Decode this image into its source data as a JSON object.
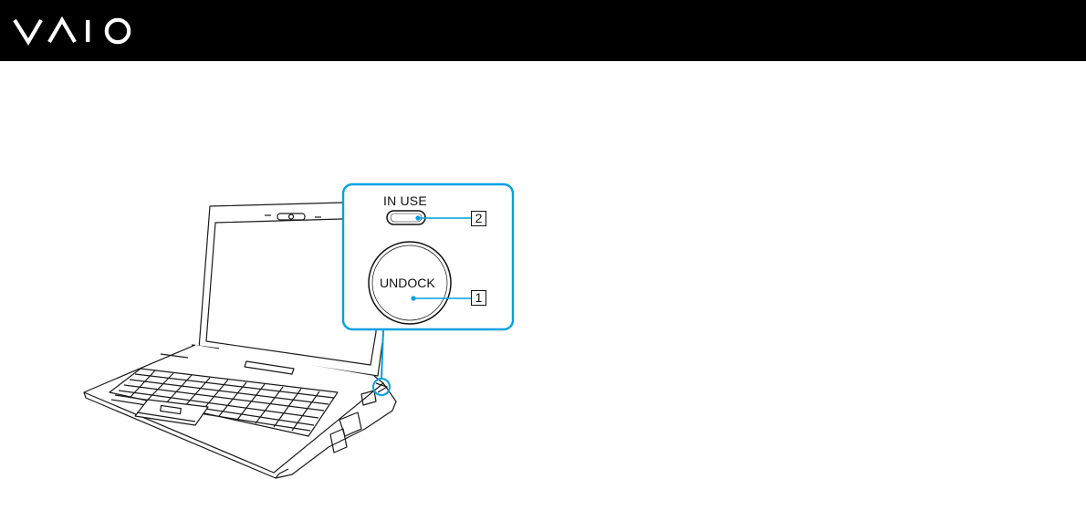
{
  "header": {
    "logo_text": "VAIO",
    "background_color": "#000000",
    "logo_color": "#ffffff"
  },
  "illustration": {
    "subject": "laptop",
    "callout_border_color": "#00a0e0",
    "callouts": [
      {
        "number": "2",
        "label": "IN USE"
      },
      {
        "number": "1",
        "label": "UNDOCK"
      }
    ]
  }
}
